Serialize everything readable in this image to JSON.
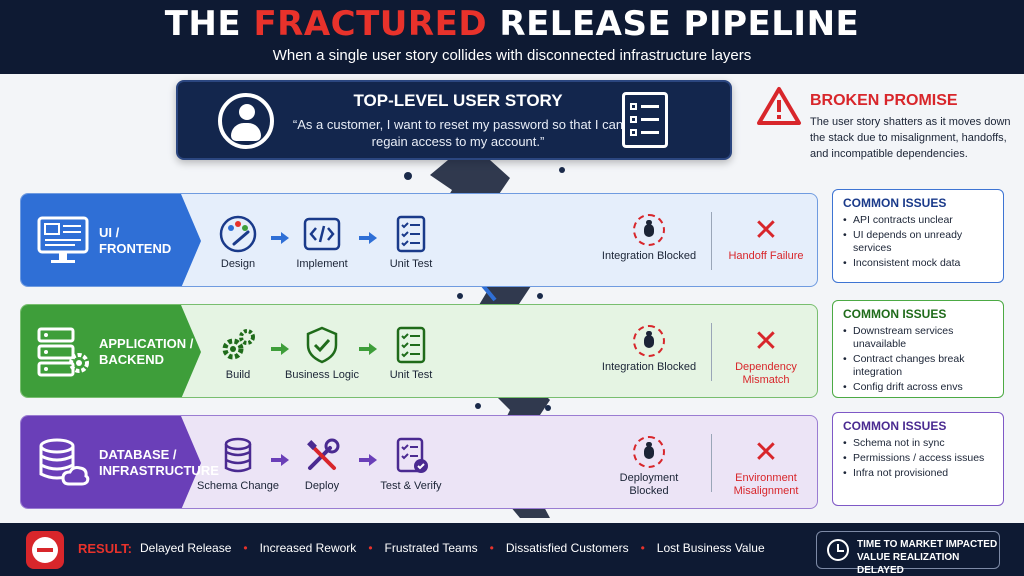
{
  "header": {
    "title_prefix": "THE ",
    "title_accent": "FRACTURED",
    "title_suffix": " RELEASE PIPELINE",
    "subtitle": "When a single user story collides with disconnected infrastructure layers"
  },
  "story": {
    "title": "TOP-LEVEL USER STORY",
    "text": "“As a customer, I want to reset my password so that I can regain access to my account.”"
  },
  "broken_promise": {
    "title": "BROKEN PROMISE",
    "text": "The user story shatters as it moves down the stack due to misalignment, handoffs, and incompatible dependencies."
  },
  "layers": [
    {
      "label": "UI / FRONTEND",
      "color": "#2f6fd6",
      "steps": [
        "Design",
        "Implement",
        "Unit Test"
      ],
      "blocked": "Integration Blocked",
      "failure": "Handoff Failure",
      "issues_title": "COMMON ISSUES",
      "issues": [
        "API contracts unclear",
        "UI depends on unready services",
        "Inconsistent mock data"
      ]
    },
    {
      "label": "APPLICATION / BACKEND",
      "color": "#3e9e3a",
      "steps": [
        "Build",
        "Business Logic",
        "Unit Test"
      ],
      "blocked": "Integration Blocked",
      "failure": "Dependency Mismatch",
      "issues_title": "COMMON ISSUES",
      "issues": [
        "Downstream services unavailable",
        "Contract changes break integration",
        "Config drift across envs"
      ]
    },
    {
      "label": "DATABASE / INFRASTRUCTURE",
      "color": "#6a3fb8",
      "steps": [
        "Schema Change",
        "Deploy",
        "Test & Verify"
      ],
      "blocked": "Deployment Blocked",
      "failure": "Environment Misalignment",
      "issues_title": "COMMON ISSUES",
      "issues": [
        "Schema not in sync",
        "Permissions / access issues",
        "Infra not provisioned"
      ]
    }
  ],
  "footer": {
    "result_label": "RESULT:",
    "results": [
      "Delayed Release",
      "Increased Rework",
      "Frustrated Teams",
      "Dissatisfied Customers",
      "Lost Business Value"
    ],
    "impact_line1": "TIME TO MARKET IMPACTED",
    "impact_line2": "VALUE REALIZATION DELAYED"
  },
  "colors": {
    "navy": "#0e1a33",
    "accent_red": "#e8322b",
    "ui_blue": "#2f6fd6",
    "app_green": "#3e9e3a",
    "db_purple": "#6a3fb8"
  },
  "icons": [
    "user-avatar-icon",
    "checklist-document-icon",
    "warning-triangle-icon",
    "monitor-icon",
    "server-gear-icon",
    "database-cloud-icon",
    "palette-icon",
    "code-icon",
    "checklist-icon",
    "gears-icon",
    "shield-check-icon",
    "database-icon",
    "tools-icon",
    "bug-icon",
    "x-icon",
    "stop-icon",
    "clock-icon"
  ]
}
